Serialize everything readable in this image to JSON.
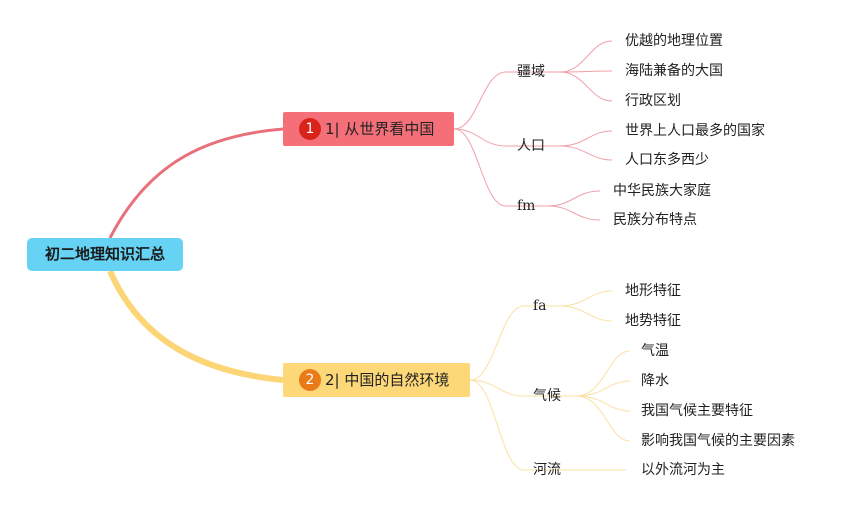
{
  "root": {
    "label": "初二地理知识汇总"
  },
  "branches": [
    {
      "number": "1",
      "label": "1| 从世界看中国",
      "color": "#f46f78",
      "children": [
        {
          "label": "疆域",
          "leaves": [
            "优越的地理位置",
            "海陆兼备的大国",
            "行政区划"
          ]
        },
        {
          "label": "人口",
          "leaves": [
            "世界上人口最多的国家",
            "人口东多西少"
          ]
        },
        {
          "label": "fm",
          "leaves": [
            "中华民族大家庭",
            "民族分布特点"
          ]
        }
      ]
    },
    {
      "number": "2",
      "label": "2| 中国的自然环境",
      "color": "#fcd879",
      "children": [
        {
          "label": "fa",
          "leaves": [
            "地形特征",
            "地势特征"
          ]
        },
        {
          "label": "气候",
          "leaves": [
            "气温",
            "降水",
            "我国气候主要特征",
            "影响我国气候的主要因素"
          ]
        },
        {
          "label": "河流",
          "leaves": [
            "以外流河为主"
          ]
        }
      ]
    }
  ],
  "colors": {
    "root": "#66d3f5",
    "branch1_line": "#e8707b",
    "branch2_line": "#fbd576",
    "badge1": "#d8231b",
    "badge2": "#e87a17"
  }
}
